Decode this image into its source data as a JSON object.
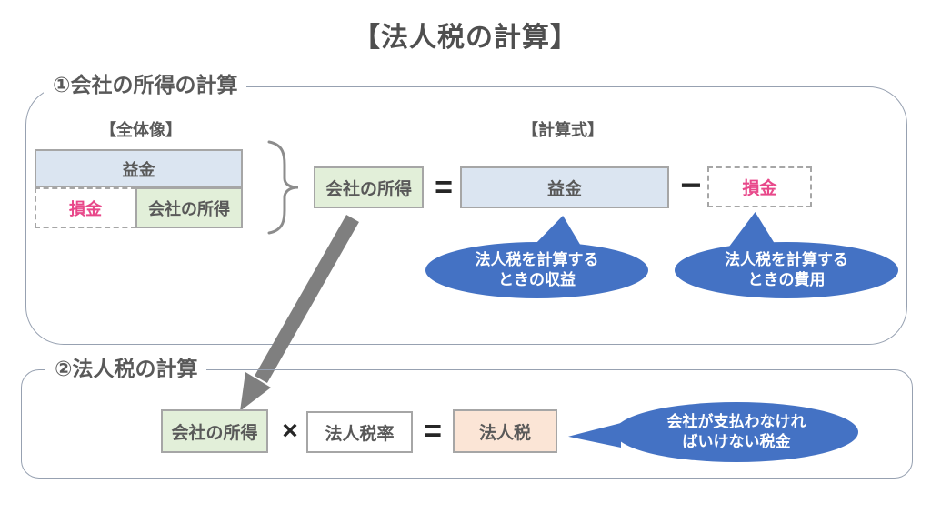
{
  "title": "【法人税の計算】",
  "colors": {
    "box_blue_fill": "#dbe5f1",
    "box_green_fill": "#e2efd9",
    "box_peach_fill": "#fbe5d6",
    "bubble_blue": "#4472c4",
    "pink_text": "#e8488a",
    "dark_gray_text": "#595959",
    "box_border_gray": "#a6a6a6",
    "frame_border": "#97a1b1",
    "arrow_gray": "#7f7f7f"
  },
  "section1": {
    "heading": "①会社の所得の計算",
    "overview": {
      "label": "【全体像】",
      "ekikin": "益金",
      "sonkin": "損金",
      "shotoku": "会社の所得"
    },
    "formula": {
      "label": "【計算式】",
      "shotoku": "会社の所得",
      "equals": "=",
      "ekikin": "益金",
      "minus": "−",
      "sonkin": "損金"
    },
    "bubble_revenue": {
      "line1": "法人税を計算する",
      "line2": "ときの収益"
    },
    "bubble_expense": {
      "line1": "法人税を計算する",
      "line2": "ときの費用"
    }
  },
  "section2": {
    "heading": "②法人税の計算",
    "formula": {
      "shotoku": "会社の所得",
      "times": "×",
      "rate": "法人税率",
      "equals": "=",
      "tax": "法人税"
    },
    "bubble_tax": {
      "line1": "会社が支払わなけれ",
      "line2": "ばいけない税金"
    }
  }
}
